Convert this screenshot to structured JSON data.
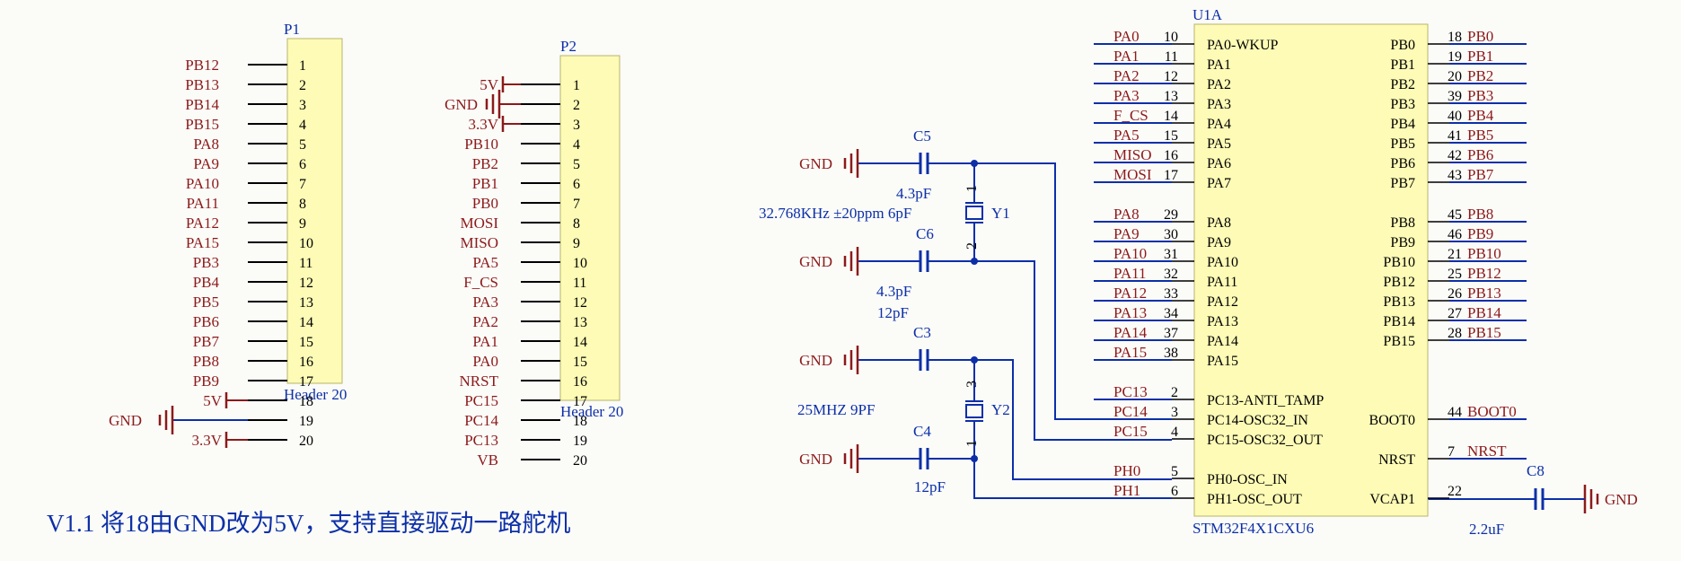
{
  "p1": {
    "designator": "P1",
    "footer": "Header 20",
    "pins": [
      "1",
      "2",
      "3",
      "4",
      "5",
      "6",
      "7",
      "8",
      "9",
      "10",
      "11",
      "12",
      "13",
      "14",
      "15",
      "16",
      "17",
      "18",
      "19",
      "20"
    ],
    "nets": [
      "PB12",
      "PB13",
      "PB14",
      "PB15",
      "PA8",
      "PA9",
      "PA10",
      "PA11",
      "PA12",
      "PA15",
      "PB3",
      "PB4",
      "PB5",
      "PB6",
      "PB7",
      "PB8",
      "PB9",
      "5V",
      "GND",
      "3.3V"
    ]
  },
  "p2": {
    "designator": "P2",
    "footer": "Header 20",
    "pins": [
      "1",
      "2",
      "3",
      "4",
      "5",
      "6",
      "7",
      "8",
      "9",
      "10",
      "11",
      "12",
      "13",
      "14",
      "15",
      "16",
      "17",
      "18",
      "19",
      "20"
    ],
    "nets": [
      "5V",
      "GND",
      "3.3V",
      "PB10",
      "PB2",
      "PB1",
      "PB0",
      "MOSI",
      "MISO",
      "PA5",
      "F_CS",
      "PA3",
      "PA2",
      "PA1",
      "PA0",
      "NRST",
      "PC15",
      "PC14",
      "PC13",
      "VB"
    ]
  },
  "caps": {
    "c5": {
      "ref": "C5",
      "value": "4.3pF"
    },
    "c6": {
      "ref": "C6",
      "value": "4.3pF"
    },
    "c3": {
      "ref": "C3",
      "value": "12pF"
    },
    "c4": {
      "ref": "C4",
      "value": "12pF"
    },
    "c8": {
      "ref": "C8",
      "value": "2.2uF"
    }
  },
  "crystals": {
    "y1": {
      "ref": "Y1",
      "desc": "32.768KHz ±20ppm 6pF",
      "pin_top": "1",
      "pin_bot": "2"
    },
    "y2": {
      "ref": "Y2",
      "desc": "25MHZ 9PF",
      "pin_top": "3",
      "pin_bot": "1"
    }
  },
  "gnd_label": "GND",
  "mcu": {
    "designator": "U1A",
    "part": "STM32F4X1CXU6",
    "left": [
      {
        "net": "PA0",
        "num": "10",
        "name": "PA0-WKUP"
      },
      {
        "net": "PA1",
        "num": "11",
        "name": "PA1"
      },
      {
        "net": "PA2",
        "num": "12",
        "name": "PA2"
      },
      {
        "net": "PA3",
        "num": "13",
        "name": "PA3"
      },
      {
        "net": "F_CS",
        "num": "14",
        "name": "PA4"
      },
      {
        "net": "PA5",
        "num": "15",
        "name": "PA5"
      },
      {
        "net": "MISO",
        "num": "16",
        "name": "PA6"
      },
      {
        "net": "MOSI",
        "num": "17",
        "name": "PA7"
      },
      {
        "net": "PA8",
        "num": "29",
        "name": "PA8"
      },
      {
        "net": "PA9",
        "num": "30",
        "name": "PA9"
      },
      {
        "net": "PA10",
        "num": "31",
        "name": "PA10"
      },
      {
        "net": "PA11",
        "num": "32",
        "name": "PA11"
      },
      {
        "net": "PA12",
        "num": "33",
        "name": "PA12"
      },
      {
        "net": "PA13",
        "num": "34",
        "name": "PA13"
      },
      {
        "net": "PA14",
        "num": "37",
        "name": "PA14"
      },
      {
        "net": "PA15",
        "num": "38",
        "name": "PA15"
      },
      {
        "net": "PC13",
        "num": "2",
        "name": "PC13-ANTI_TAMP"
      },
      {
        "net": "PC14",
        "num": "3",
        "name": "PC14-OSC32_IN"
      },
      {
        "net": "PC15",
        "num": "4",
        "name": "PC15-OSC32_OUT"
      },
      {
        "net": "PH0",
        "num": "5",
        "name": "PH0-OSC_IN"
      },
      {
        "net": "PH1",
        "num": "6",
        "name": "PH1-OSC_OUT"
      }
    ],
    "right": [
      {
        "net": "PB0",
        "num": "18",
        "name": "PB0"
      },
      {
        "net": "PB1",
        "num": "19",
        "name": "PB1"
      },
      {
        "net": "PB2",
        "num": "20",
        "name": "PB2"
      },
      {
        "net": "PB3",
        "num": "39",
        "name": "PB3"
      },
      {
        "net": "PB4",
        "num": "40",
        "name": "PB4"
      },
      {
        "net": "PB5",
        "num": "41",
        "name": "PB5"
      },
      {
        "net": "PB6",
        "num": "42",
        "name": "PB6"
      },
      {
        "net": "PB7",
        "num": "43",
        "name": "PB7"
      },
      {
        "net": "PB8",
        "num": "45",
        "name": "PB8"
      },
      {
        "net": "PB9",
        "num": "46",
        "name": "PB9"
      },
      {
        "net": "PB10",
        "num": "21",
        "name": "PB10"
      },
      {
        "net": "PB12",
        "num": "25",
        "name": "PB12"
      },
      {
        "net": "PB13",
        "num": "26",
        "name": "PB13"
      },
      {
        "net": "PB14",
        "num": "27",
        "name": "PB14"
      },
      {
        "net": "PB15",
        "num": "28",
        "name": "PB15"
      },
      {
        "net": "BOOT0",
        "num": "44",
        "name": "BOOT0"
      },
      {
        "net": "NRST",
        "num": "7",
        "name": "NRST"
      },
      {
        "net": "",
        "num": "22",
        "name": "VCAP1"
      }
    ]
  },
  "note": "V1.1  将18由GND改为5V，支持直接驱动一路舵机"
}
